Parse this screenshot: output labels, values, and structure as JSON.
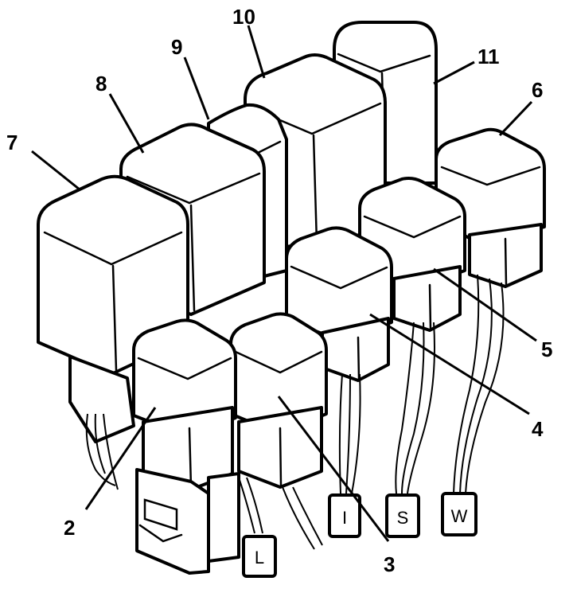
{
  "callouts": {
    "c1": "2",
    "c2": "3",
    "c3": "4",
    "c4": "5",
    "c5": "6",
    "c6": "7",
    "c7": "8",
    "c8": "9",
    "c9": "10",
    "c10": "11"
  },
  "tags": {
    "t1": "L",
    "t2": "I",
    "t3": "S",
    "t4": "W"
  }
}
